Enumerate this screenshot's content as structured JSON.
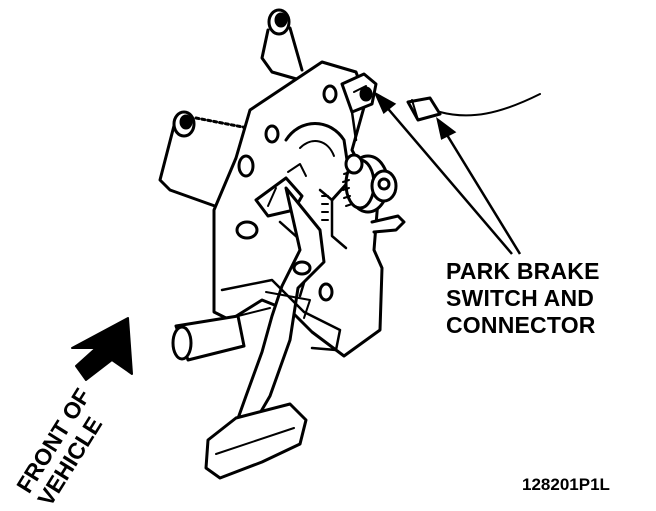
{
  "callout": {
    "line1": "PARK BRAKE",
    "line2": "SWITCH AND",
    "line3": "CONNECTOR"
  },
  "orientation": {
    "line1": "FRONT OF",
    "line2": "VEHICLE"
  },
  "figure_id": "128201P1L",
  "colors": {
    "ink": "#000000",
    "paper": "#ffffff"
  }
}
